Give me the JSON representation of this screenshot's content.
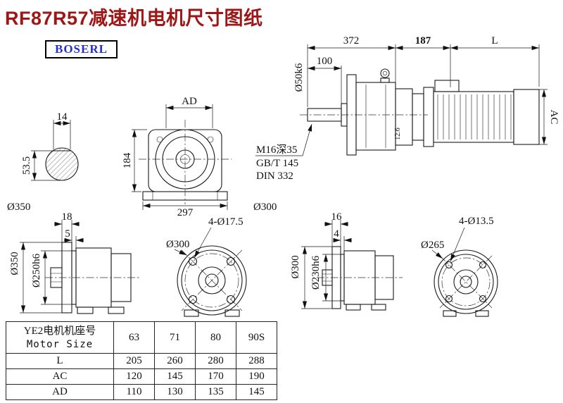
{
  "page": {
    "title": "RF87R57减速机电机尺寸图纸",
    "logo": "BOSERL"
  },
  "side_view": {
    "dim_372": "372",
    "dim_187": "187",
    "dim_l": "L",
    "dim_100": "100",
    "shaft_dia": "Ø50k6",
    "dim_ac": "AC",
    "dim_126": "12.6",
    "note_thread": "M16深35",
    "note_gb": "GB/T 145",
    "note_din": "DIN 332"
  },
  "shaft_section": {
    "dim_14": "14",
    "dim_53_5": "53.5",
    "dia_350": "Ø350"
  },
  "front_view": {
    "dim_ad": "AD",
    "dim_184": "184",
    "dim_297": "297",
    "dia_300": "Ø300"
  },
  "flange_side_large": {
    "dim_18": "18",
    "dim_5": "5",
    "dia_350": "Ø350",
    "dia_250": "Ø250h6"
  },
  "flange_face_large": {
    "holes": "4-Ø17.5",
    "dia_300": "Ø300"
  },
  "flange_side_small": {
    "dim_16": "16",
    "dim_4": "4",
    "dia_300": "Ø300",
    "dia_230": "Ø230h6"
  },
  "flange_face_small": {
    "holes": "4-Ø13.5",
    "dia_265": "Ø265"
  },
  "table": {
    "header_cn": "YE2电机机座号",
    "header_en": "Motor Size",
    "columns": [
      "63",
      "71",
      "80",
      "90S"
    ],
    "rows": [
      {
        "label": "L",
        "values": [
          "205",
          "260",
          "280",
          "288"
        ]
      },
      {
        "label": "AC",
        "values": [
          "120",
          "145",
          "170",
          "190"
        ]
      },
      {
        "label": "AD",
        "values": [
          "110",
          "130",
          "135",
          "145"
        ]
      }
    ]
  }
}
